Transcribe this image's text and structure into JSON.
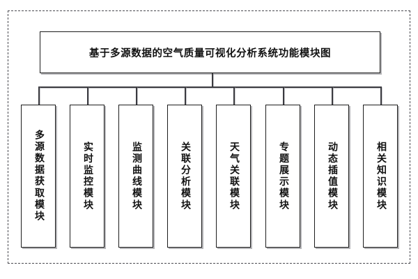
{
  "diagram": {
    "type": "tree",
    "root": {
      "label": "基于多源数据的空气质量可视化分析系统功能模块图"
    },
    "children": [
      {
        "label": "多源数据获取模块"
      },
      {
        "label": "实时监控模块"
      },
      {
        "label": "监测曲线模块"
      },
      {
        "label": "关联分析模块"
      },
      {
        "label": "天气关联模块"
      },
      {
        "label": "专题展示模块"
      },
      {
        "label": "动态插值模块"
      },
      {
        "label": "相关知识模块"
      }
    ],
    "colors": {
      "box_border": "#1c1c1c",
      "box_fill": "#ffffff",
      "connector": "#3b3b40",
      "frame_border": "#4a4a50",
      "text": "#111111",
      "background": "#ffffff"
    }
  }
}
